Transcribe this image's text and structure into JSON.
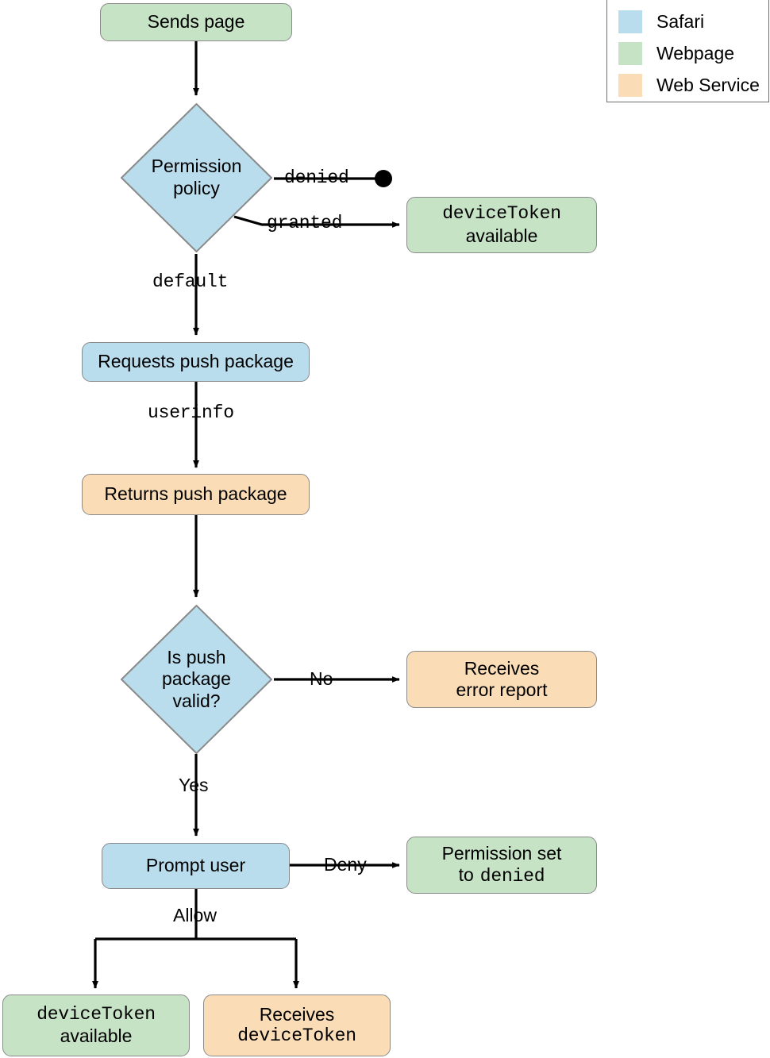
{
  "diagram": {
    "title": "Safari push notification permission flow",
    "colors": {
      "safari": "#b9dded",
      "webpage": "#c7e3c6",
      "web_service": "#fadcb6",
      "node_border": "#8a8a8a",
      "edge": "#000000",
      "legend_border": "#6f6f6f",
      "background": "#ffffff"
    }
  },
  "legend": {
    "items": [
      {
        "label": "Safari",
        "color": "#b9dded"
      },
      {
        "label": "Webpage",
        "color": "#c7e3c6"
      },
      {
        "label": "Web Service",
        "color": "#fadcb6"
      }
    ]
  },
  "nodes": {
    "sends_page": {
      "label": "Sends page",
      "category": "Webpage"
    },
    "permission_policy": {
      "line1": "Permission",
      "line2": "policy",
      "category": "Safari",
      "shape": "diamond"
    },
    "device_token_available_top": {
      "line1": "deviceToken",
      "line2": "available",
      "category": "Webpage"
    },
    "requests_push_package": {
      "label": "Requests push package",
      "category": "Safari"
    },
    "returns_push_package": {
      "label": "Returns push package",
      "category": "Web Service"
    },
    "is_push_package_valid": {
      "line1": "Is push",
      "line2": "package",
      "line3": "valid?",
      "category": "Safari",
      "shape": "diamond"
    },
    "receives_error_report": {
      "line1": "Receives",
      "line2": "error report",
      "category": "Web Service"
    },
    "prompt_user": {
      "label": "Prompt user",
      "category": "Safari"
    },
    "permission_set_to_denied": {
      "line1": "Permission set",
      "line2": "to",
      "line2_mono": "denied",
      "category": "Webpage"
    },
    "device_token_available_bottom": {
      "line1": "deviceToken",
      "line2": "available",
      "category": "Webpage"
    },
    "receives_device_token": {
      "line1": "Receives",
      "line2": "deviceToken",
      "category": "Web Service"
    }
  },
  "edge_labels": {
    "denied": "denied",
    "granted": "granted",
    "default": "default",
    "userinfo": "userinfo",
    "no": "No",
    "yes": "Yes",
    "deny": "Deny",
    "allow": "Allow"
  }
}
